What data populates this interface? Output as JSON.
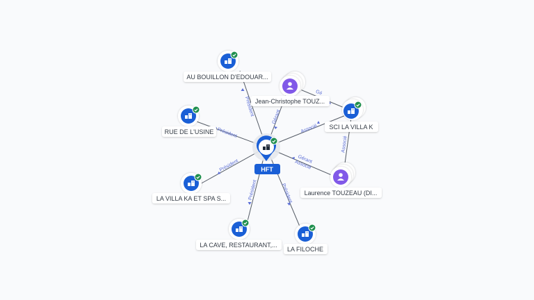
{
  "center": {
    "label": "HFT"
  },
  "nodes": [
    {
      "id": "bouillon",
      "label": "AU BOUILLON D'EDOUAR...",
      "kind": "company"
    },
    {
      "id": "jc",
      "label": "Jean-Christophe TOUZ...",
      "kind": "person"
    },
    {
      "id": "usine",
      "label": "RUE DE L'USINE",
      "kind": "company"
    },
    {
      "id": "sci",
      "label": "SCI LA VILLA K",
      "kind": "company"
    },
    {
      "id": "villaka",
      "label": "LA VILLA KA ET SPA S...",
      "kind": "company"
    },
    {
      "id": "laurence",
      "label": "Laurence TOUZEAU (DI...",
      "kind": "person"
    },
    {
      "id": "cave",
      "label": "LA CAVE, RESTAURANT,...",
      "kind": "company"
    },
    {
      "id": "filoche",
      "label": "LA FILOCHE",
      "kind": "company"
    }
  ],
  "edge_labels": {
    "bouillon": "Président",
    "usine": "Président",
    "villaka": "Président",
    "cave": "Président",
    "filoche": "Président",
    "jc_hft": "Gérant",
    "jc_sci": "Gé",
    "sci_hft": "Associé",
    "laurence_hft_1": "Gérant",
    "laurence_hft_2": "Associé",
    "laurence_sci": "Associé"
  },
  "colors": {
    "company": "#1a5fd6",
    "person": "#8159e8",
    "check": "#1f8f4e",
    "edge_label": "#5b6ed6",
    "line": "#555c66"
  },
  "icons": {
    "company": "building-icon",
    "person": "person-icon",
    "check": "check-badge-icon"
  }
}
